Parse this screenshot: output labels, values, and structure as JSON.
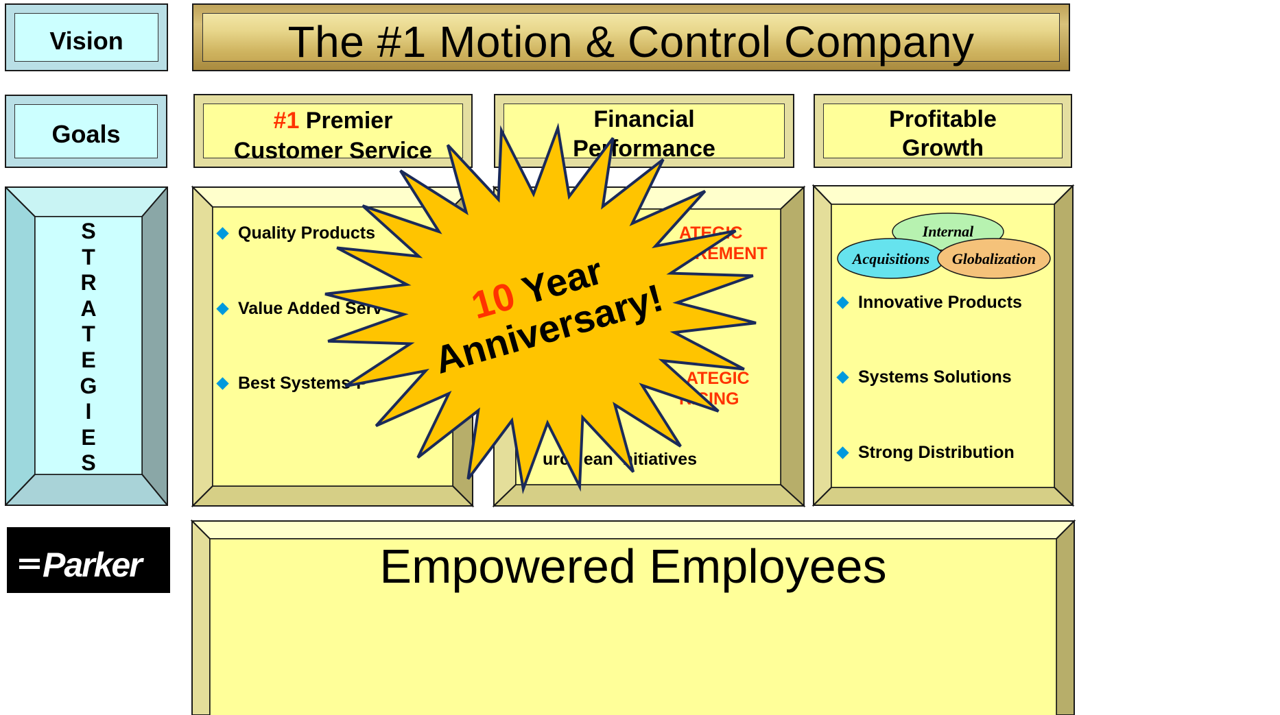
{
  "rows": {
    "vision": "Vision",
    "goals": "Goals",
    "strategies_letters": [
      "S",
      "T",
      "R",
      "A",
      "T",
      "E",
      "G",
      "I",
      "E",
      "S"
    ]
  },
  "vision_statement": "The #1 Motion & Control Company",
  "goals": {
    "customer_service": {
      "highlight": "#1",
      "line1_rest": " Premier",
      "line2": "Customer Service"
    },
    "financial": {
      "line1": "Financial",
      "line2": "Performance"
    },
    "growth": {
      "line1": "Profitable",
      "line2": "Growth"
    }
  },
  "strategies": {
    "customer_service_items": [
      "Quality Products",
      "Value Added Serv",
      "Best Systems-P"
    ],
    "financial_items": {
      "top_partial_1": "ATEGIC",
      "top_partial_2": "UREMENT",
      "mid_partial_1": "ATEGIC",
      "mid_partial_2": "RICING",
      "bottom_partial": "urc   ean  nitiatives"
    },
    "growth_ovals": {
      "internal": "Internal",
      "acquisitions": "Acquisitions",
      "globalization": "Globalization"
    },
    "growth_items": [
      "Innovative Products",
      "Systems Solutions",
      "Strong Distribution"
    ]
  },
  "burst": {
    "number": "10",
    "word": " Year",
    "line2": "Anniversary!"
  },
  "footer": {
    "logo_text": "Parker",
    "banner": "Empowered Employees"
  },
  "colors": {
    "burst_fill": "#ffc400",
    "burst_stroke": "#1a2a5a",
    "orange_text": "#ff3300",
    "bullet": "#0099dd",
    "oval_internal": "#b7f2b0",
    "oval_acquisitions": "#66e3ee",
    "oval_globalization": "#f5c27a"
  }
}
